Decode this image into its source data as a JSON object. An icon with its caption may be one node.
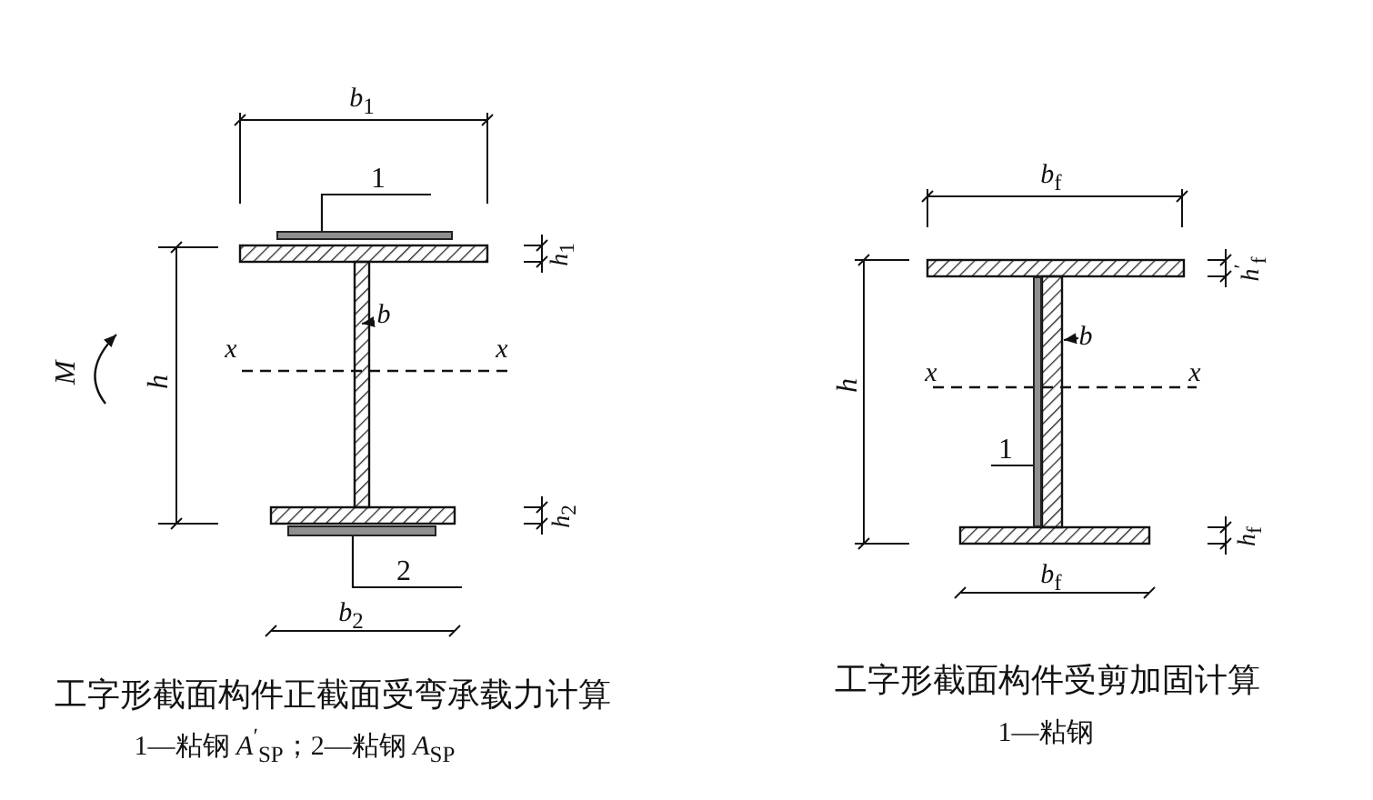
{
  "diagram": {
    "nodes": [
      {
        "text": [
          "1"
        ]
      },
      {
        "text": [],
        "shape": "bar"
      },
      {
        "text": [
          "2"
        ]
      },
      {
        "text": [],
        "shape": "bar"
      },
      {
        "text": [
          "1"
        ]
      },
      {
        "text": [],
        "shape": "bar"
      }
    ],
    "edges": [
      {
        "from": 0,
        "to": 1,
        "arrow": "none"
      },
      {
        "from": 2,
        "to": 3,
        "arrow": "none"
      },
      {
        "from": 4,
        "to": 5,
        "arrow": "none"
      }
    ],
    "labels": [
      "*b*$_{1}$",
      "*h*$_{1}$",
      "b",
      "x",
      "x",
      "M",
      "h",
      "*h*$_{2}$",
      "*b*$_{2}$",
      "工字形截面构件正截面受弯承载力计算",
      "1—粘钢 *A*$^{′}$$_{SP}$；2—粘钢 *A*$_{SP}$",
      "*b*$_{f}$",
      "*h*$^{′}$$_{f}$",
      "h",
      "b",
      "x",
      "x",
      "*h*$_{f}$",
      "*b*$_{f}$",
      "工字形截面构件受剪加固计算",
      "1—粘钢"
    ]
  }
}
